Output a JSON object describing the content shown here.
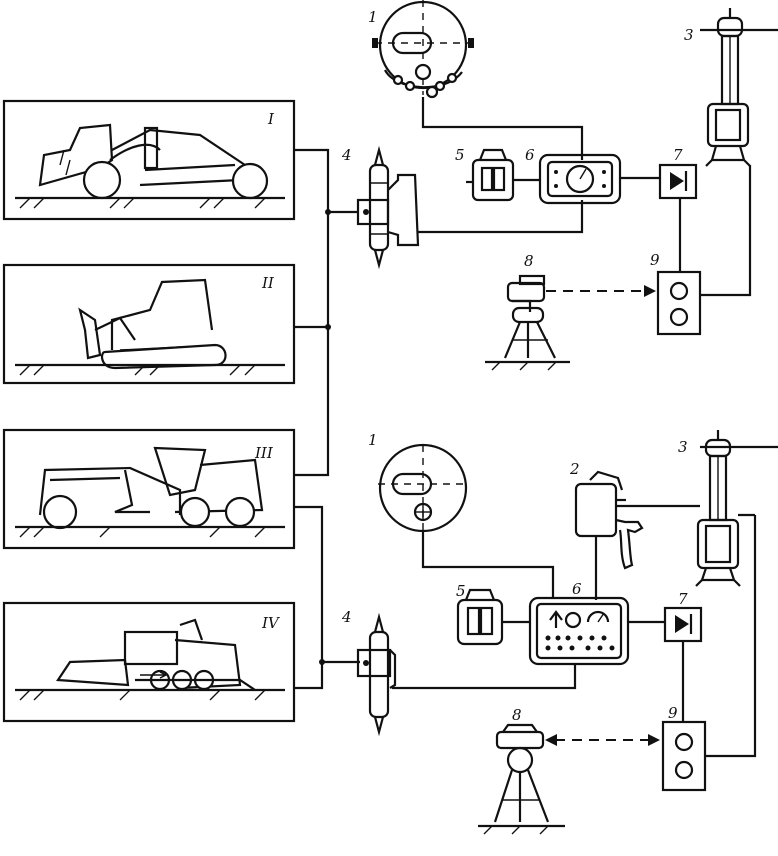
{
  "labels": {
    "tracker_top": "1",
    "tracker_bottom": "1",
    "phone": "2",
    "mast_top": "3",
    "mast_bottom": "3",
    "valve_top": "4",
    "valve_bottom": "4",
    "power_top": "5",
    "power_bottom": "5",
    "control_top": "6",
    "control_bottom": "6",
    "rectifier_top": "7",
    "rectifier_bottom": "7",
    "level_top": "8",
    "level_bottom": "8",
    "receiver_top": "9",
    "receiver_bottom": "9"
  },
  "machines": {
    "m1": "I",
    "m2": "II",
    "m3": "III",
    "m4": "IV"
  }
}
